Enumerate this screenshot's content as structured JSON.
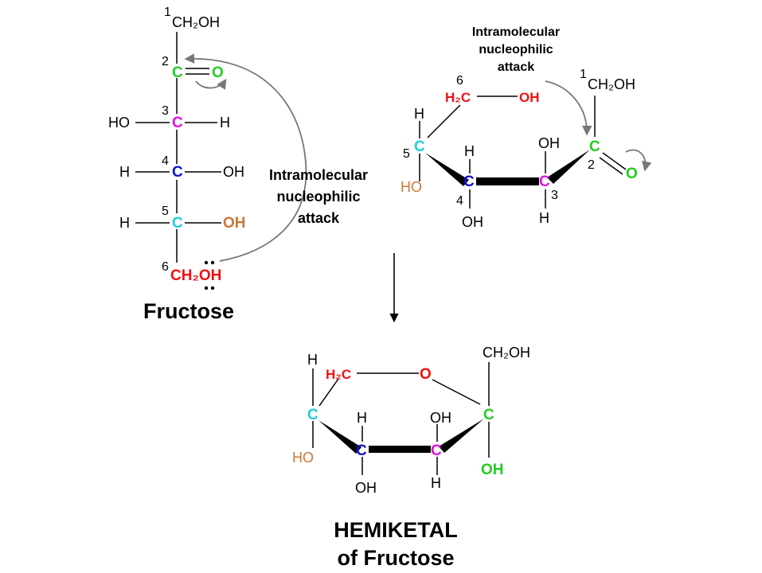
{
  "colors": {
    "green": "#22cc22",
    "magenta": "#dd11dd",
    "blue": "#1010cc",
    "cyan": "#22ccdd",
    "red": "#ee1111",
    "orange": "#cc7733",
    "arrow_gray": "#777777",
    "black": "#000000"
  },
  "open_chain": {
    "title": "Fructose",
    "c1_num": "1",
    "c1_group": "CH₂OH",
    "c2_num": "2",
    "c2_atom": "C",
    "c2_o": "O",
    "c3_num": "3",
    "c3_atom": "C",
    "c3_left": "HO",
    "c3_right": "H",
    "c4_num": "4",
    "c4_atom": "C",
    "c4_left": "H",
    "c4_right": "OH",
    "c5_num": "5",
    "c5_atom": "C",
    "c5_left": "H",
    "c5_right": "OH",
    "c6_num": "6",
    "c6_group": "CH₂OH",
    "attack_label_1": "Intramolecular",
    "attack_label_2": "nucleophilic",
    "attack_label_3": "attack"
  },
  "ring_open": {
    "attack_label_1": "Intramolecular",
    "attack_label_2": "nucleophilic",
    "attack_label_3": "attack",
    "c6_num": "6",
    "c6_group": "H₂C",
    "c6_oh": "OH",
    "c5_num": "5",
    "c5_atom": "C",
    "c5_h": "H",
    "c5_ho": "HO",
    "c4_num": "4",
    "c4_atom": "C",
    "c4_h": "H",
    "c4_oh": "OH",
    "c3_num": "3",
    "c3_atom": "C",
    "c3_oh": "OH",
    "c3_h": "H",
    "c2_num": "2",
    "c2_atom": "C",
    "c2_o": "O",
    "c1_num": "1",
    "c1_group": "CH₂OH"
  },
  "hemiketal": {
    "title_1": "HEMIKETAL",
    "title_2": "of Fructose",
    "c6_group": "H₂C",
    "ring_o": "O",
    "c5_atom": "C",
    "c5_h": "H",
    "c5_ho": "HO",
    "c4_atom": "C",
    "c4_h": "H",
    "c4_oh": "OH",
    "c3_atom": "C",
    "c3_oh": "OH",
    "c3_h": "H",
    "c2_atom": "C",
    "c2_oh": "OH",
    "c1_group": "CH₂OH"
  }
}
